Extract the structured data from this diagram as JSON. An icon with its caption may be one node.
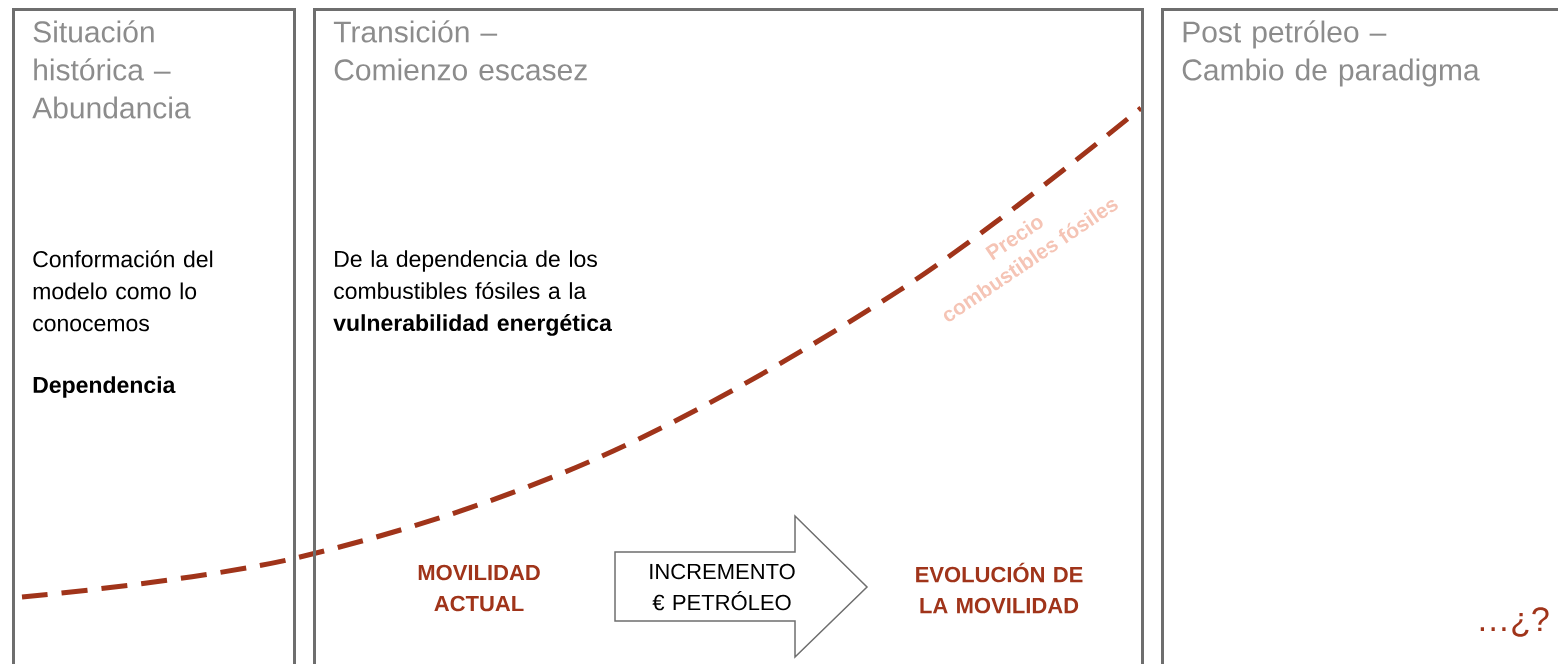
{
  "diagram": {
    "nodes": [
      {
        "text": [
          "Situación histórica – Abundancia",
          "Conformación del modelo como lo conocemos",
          "Dependencia"
        ]
      },
      {
        "text": [
          "Transición – Comienzo escasez",
          "De la dependencia de los combustibles fósiles a la **vulnerabilidad energética**"
        ]
      },
      {
        "text": [
          "Post petróleo – Cambio de paradigma"
        ]
      },
      {
        "text": [
          "MOVILIDAD ACTUAL"
        ],
        "in": 1
      },
      {
        "text": [
          "INCREMENTO € PETRÓLEO"
        ],
        "in": 1
      },
      {
        "text": [
          "EVOLUCIÓN DE LA MOVILIDAD"
        ],
        "in": 1
      }
    ],
    "labels": [
      "Precio combustibles fósiles",
      "…¿?"
    ]
  }
}
